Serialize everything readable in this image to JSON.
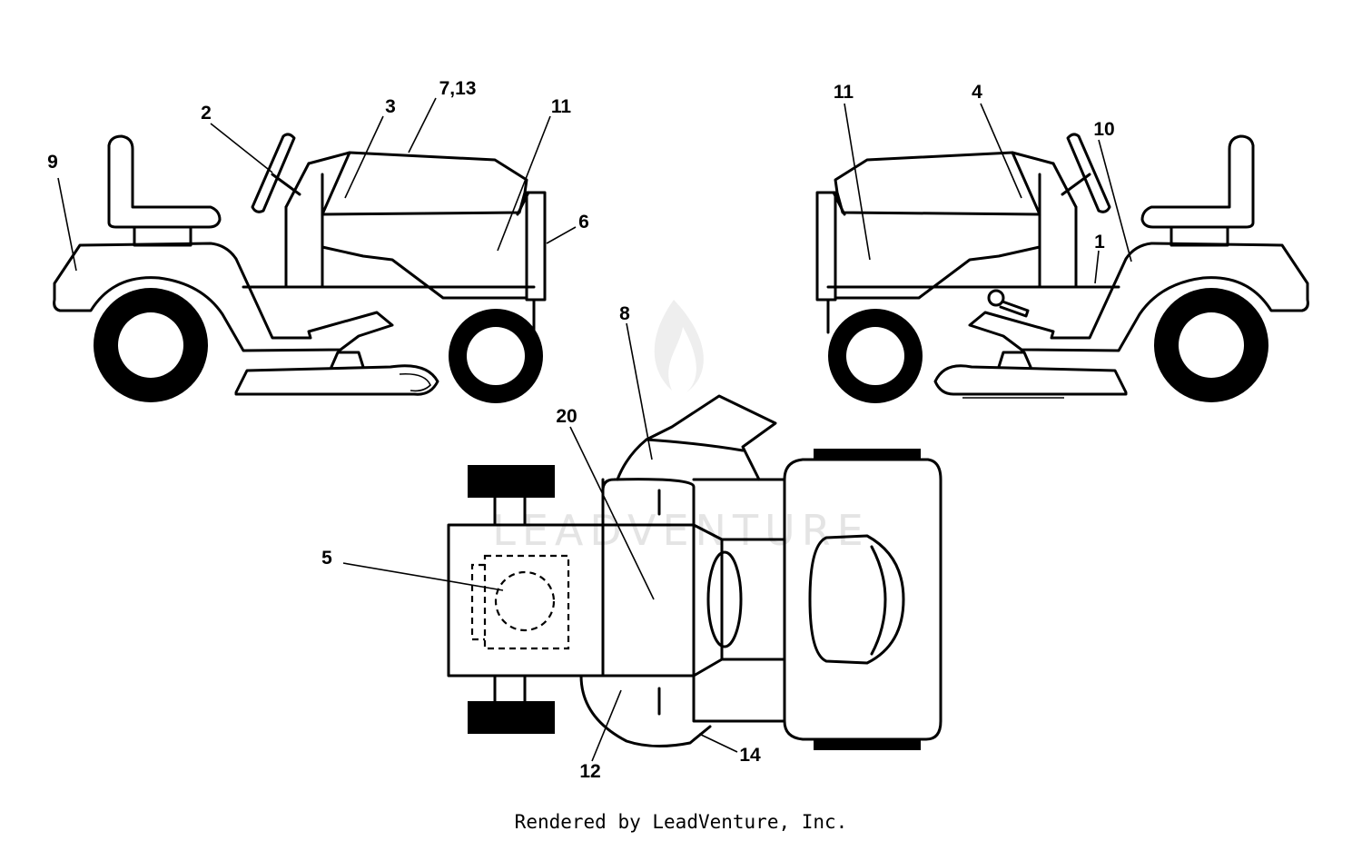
{
  "labels": {
    "l9": "9",
    "l2": "2",
    "l3": "3",
    "l7_13": "7,13",
    "l11_left": "11",
    "l6": "6",
    "l11_right": "11",
    "l4": "4",
    "l10": "10",
    "l1": "1",
    "l8": "8",
    "l20": "20",
    "l5": "5",
    "l12": "12",
    "l14": "14"
  },
  "watermark": "LEADVENTURE",
  "footer": "Rendered by LeadVenture, Inc."
}
